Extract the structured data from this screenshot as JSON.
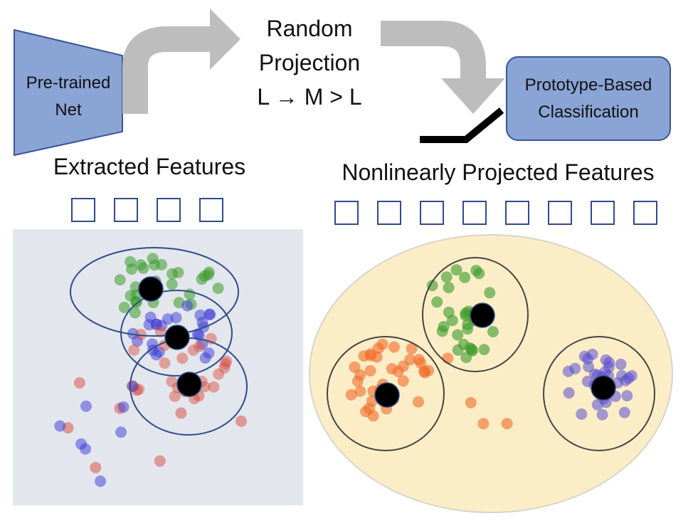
{
  "network": {
    "label_line1": "Pre-trained",
    "label_line2": "Net",
    "fill": "#8aa4d6"
  },
  "projection": {
    "line1": "Random",
    "line2": "Projection",
    "line3": "L → M > L"
  },
  "classifier": {
    "line1": "Prototype-Based",
    "line2": "Classification",
    "fill": "#8aa4d6"
  },
  "left_panel": {
    "title": "Extracted Features",
    "feature_box_count": 4,
    "background": "#e3e6ec"
  },
  "right_panel": {
    "title": "Nonlinearly Projected Features",
    "feature_box_count": 8,
    "background": "#fbeec7"
  },
  "colors": {
    "green": "#3a9a2a",
    "blue": "#3a3ad6",
    "red": "#d84a3a",
    "orange": "#f26a2a",
    "violet": "#5a4fcf",
    "arrow": "#bdbdbd",
    "outline": "#2f4b8a",
    "prototype": "#000000"
  },
  "icons": [
    "arrow-right-icon",
    "arrow-down-icon"
  ]
}
